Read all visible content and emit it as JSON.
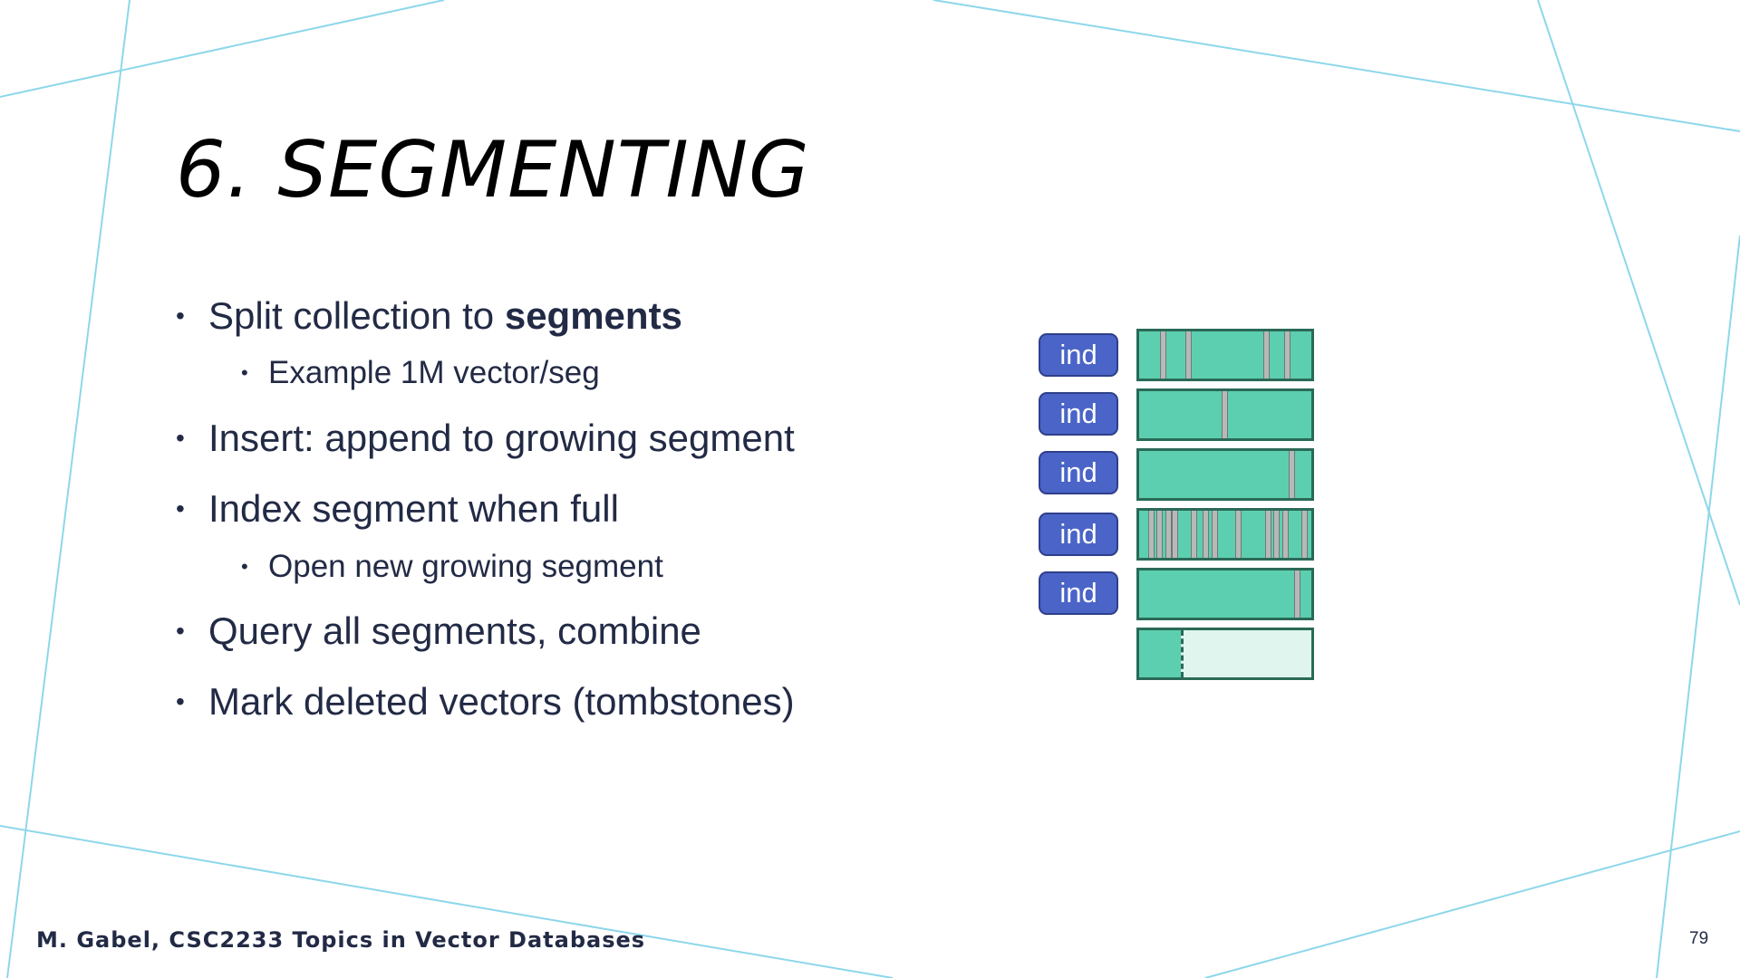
{
  "slide": {
    "title": "6. SEGMENTING",
    "bullets": [
      {
        "text": "Split collection to ",
        "bold": "segments",
        "level": 1
      },
      {
        "text": "Example 1M vector/seg",
        "level": 2
      },
      {
        "text": "Insert: append to growing segment",
        "level": 1
      },
      {
        "text": "Index segment when full",
        "level": 1
      },
      {
        "text": "Open new growing segment",
        "level": 2
      },
      {
        "text": "Query all segments, combine",
        "level": 1
      },
      {
        "text": "Mark deleted vectors (tombstones)",
        "level": 1
      }
    ],
    "bullet_glyph": "•",
    "diagram": {
      "index_label": "ind",
      "indexed_segments": 5,
      "growing_segment_fill": 0.24,
      "tombstones": [
        [
          0.12,
          0.27,
          0.72,
          0.84
        ],
        [
          0.48
        ],
        [
          0.87
        ],
        [
          0.05,
          0.1,
          0.15,
          0.19,
          0.3,
          0.37,
          0.42,
          0.56,
          0.73,
          0.78,
          0.83,
          0.94
        ],
        [
          0.9
        ]
      ]
    },
    "footer": "M. Gabel, CSC2233 Topics in Vector Databases",
    "page_number": "79"
  },
  "colors": {
    "line_accent": "#8dd7ea",
    "index_box": "#4a64c7",
    "segment": "#5ccfb0",
    "segment_border": "#2a6a57",
    "tombstone": "#b7b9b8",
    "text": "#222a45"
  }
}
